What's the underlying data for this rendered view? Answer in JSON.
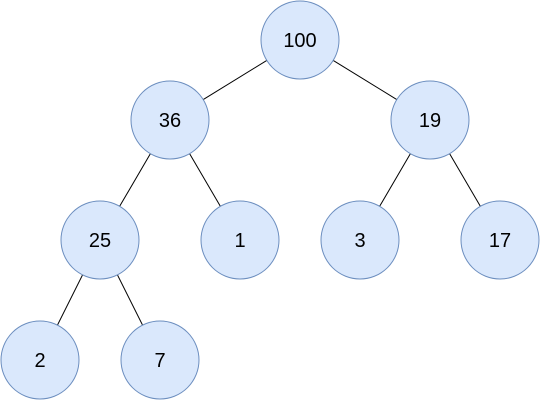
{
  "diagram": {
    "type": "binary-tree",
    "colors": {
      "node_fill": "#dae8fc",
      "node_stroke": "#6c8ebf",
      "edge": "#000000",
      "text": "#000000"
    },
    "nodes": [
      {
        "id": "n100",
        "label": "100",
        "level": 0
      },
      {
        "id": "n36",
        "label": "36",
        "level": 1,
        "parent": "n100"
      },
      {
        "id": "n19",
        "label": "19",
        "level": 1,
        "parent": "n100"
      },
      {
        "id": "n25",
        "label": "25",
        "level": 2,
        "parent": "n36"
      },
      {
        "id": "n1",
        "label": "1",
        "level": 2,
        "parent": "n36"
      },
      {
        "id": "n3",
        "label": "3",
        "level": 2,
        "parent": "n19"
      },
      {
        "id": "n17",
        "label": "17",
        "level": 2,
        "parent": "n19"
      },
      {
        "id": "n2",
        "label": "2",
        "level": 3,
        "parent": "n25"
      },
      {
        "id": "n7",
        "label": "7",
        "level": 3,
        "parent": "n25"
      }
    ],
    "edges": [
      {
        "from": "n100",
        "to": "n36"
      },
      {
        "from": "n100",
        "to": "n19"
      },
      {
        "from": "n36",
        "to": "n25"
      },
      {
        "from": "n36",
        "to": "n1"
      },
      {
        "from": "n19",
        "to": "n3"
      },
      {
        "from": "n19",
        "to": "n17"
      },
      {
        "from": "n25",
        "to": "n2"
      },
      {
        "from": "n25",
        "to": "n7"
      }
    ]
  }
}
